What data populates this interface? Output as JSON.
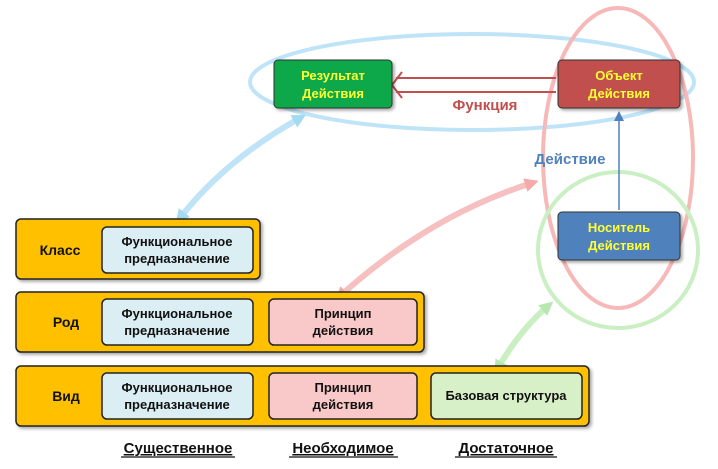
{
  "nodes": {
    "result": {
      "line1": "Результат",
      "line2": "Действия",
      "fill": "#0aa84a",
      "text_color": "#ffff33"
    },
    "object": {
      "line1": "Объект",
      "line2": "Действия",
      "fill": "#c0504d",
      "text_color": "#ffff33"
    },
    "carrier": {
      "line1": "Носитель",
      "line2": "Действия",
      "fill": "#4f81bd",
      "text_color": "#ffff33"
    }
  },
  "edge_labels": {
    "function": {
      "text": "Функция",
      "color": "#c0504d"
    },
    "action": {
      "text": "Действие",
      "color": "#4f81bd"
    }
  },
  "rows": {
    "klass": {
      "label": "Класс"
    },
    "rod": {
      "label": "Род"
    },
    "vid": {
      "label": "Вид"
    }
  },
  "cells": {
    "functional": {
      "line1": "Функциональное",
      "line2": "предназначение"
    },
    "principle": {
      "line1": "Принцип",
      "line2": "действия"
    },
    "base": {
      "text": "Базовая структура"
    }
  },
  "columns": {
    "essential": "Существенное",
    "necessary": "Необходимое",
    "sufficient": "Достаточное"
  },
  "colors": {
    "row_fill": "#ffc000",
    "functional_fill": "#dbeef4",
    "principle_fill": "#f9c8c8",
    "base_fill": "#d8f0c8",
    "ellipse_blue": "#bfe4f7",
    "ellipse_pink": "#f7b8b8",
    "ellipse_green": "#c9efc2"
  }
}
